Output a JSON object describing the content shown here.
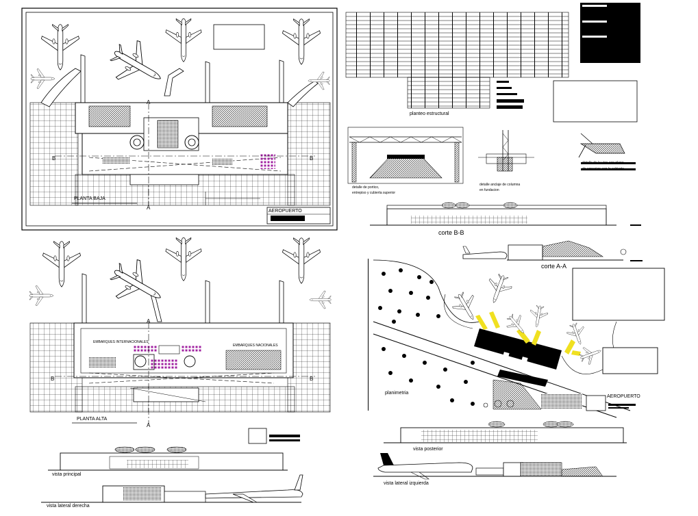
{
  "sheet": {
    "project_title": "AEROPUERTO",
    "labels": {
      "planta_baja": "PLANTA BAJA",
      "planta_alta": "PLANTA ALTA",
      "planteo_estructural": "planteo estructural",
      "detalle_portico": "detalle de portico,",
      "detalle_portico_2": "entrepiso y cubierta superior",
      "detalle_anclaje": "detalle anclaje de columna",
      "detalle_anclaje_2": "en fundacion",
      "detalle_viga": "detalle de la viga con plano",
      "detalle_viga_2": "de conexion con la cubierta",
      "corte_bb": "corte B-B",
      "corte_aa": "corte A-A",
      "planimetria": "planimetria",
      "vista_posterior": "vista posterior",
      "vista_principal": "vista principal",
      "vista_lateral_izquierda": "vista lateral izquierda",
      "vista_lateral_derecha": "vista lateral derecha",
      "embarques_internacionales": "EMBARQUES INTERNACIONALES",
      "embarques_nacionales": "EMBARQUES NACIONALES",
      "section_a": "A",
      "section_b": "B"
    }
  },
  "colors": {
    "ink": "#000000",
    "paper": "#ffffff",
    "seats": "#a020a0",
    "jet_bridges": "#f0e020"
  }
}
